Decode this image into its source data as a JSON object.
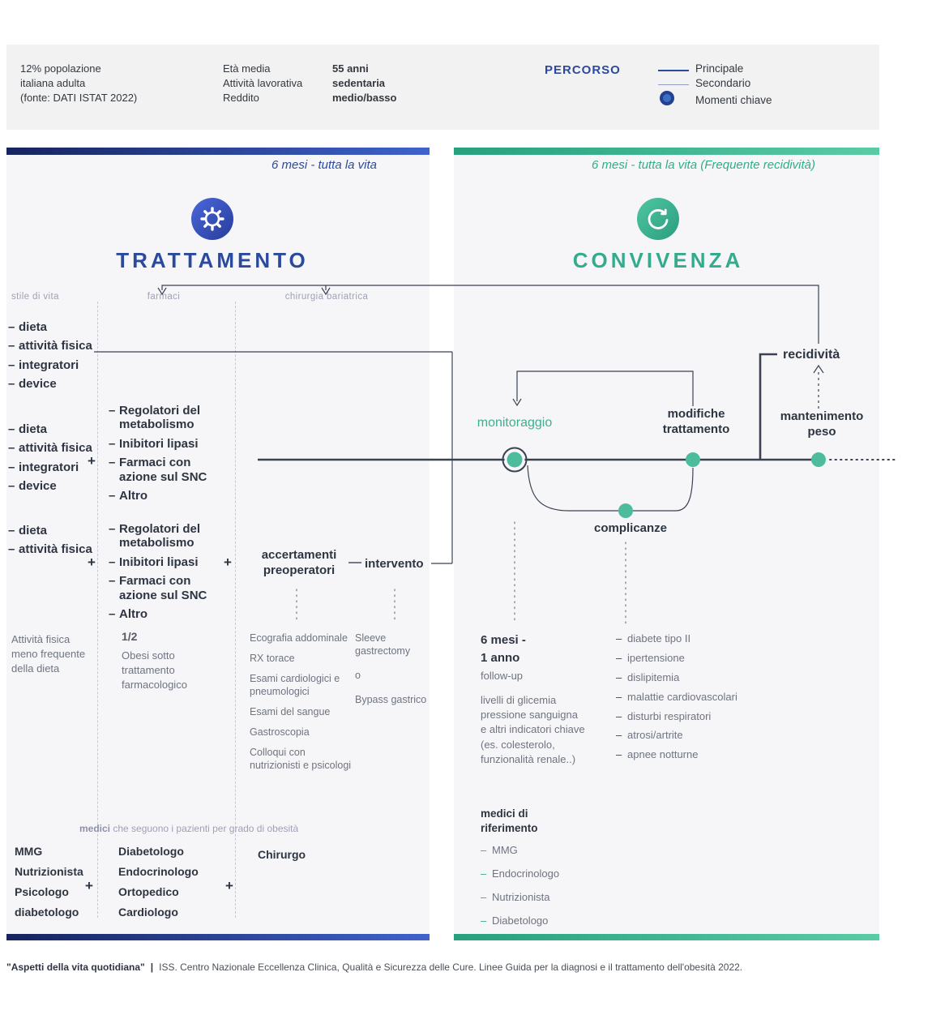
{
  "colors": {
    "blue": "#2b4a9e",
    "teal": "#35ab8d",
    "dark": "#2e3542",
    "gray": "#6e7480",
    "lavender": "#9fa0b6",
    "panel": "#f6f6f8",
    "headerbg": "#f2f2f3",
    "node": "#4cbc9d"
  },
  "header": {
    "population_lines": [
      "12% popolazione",
      "italiana adulta",
      "(fonte: DATI ISTAT 2022)"
    ],
    "stat_labels": [
      "Età media",
      "Attività lavorativa",
      "Reddito"
    ],
    "stat_values": [
      "55 anni",
      "sedentaria",
      "medio/basso"
    ],
    "legend": {
      "title": "PERCORSO",
      "principale": "Principale",
      "secondario": "Secondario",
      "momenti": "Momenti chiave"
    }
  },
  "treatment": {
    "duration": "6 mesi - tutta la vita",
    "title": "TRATTAMENTO",
    "columns": [
      "stile di vita",
      "farmaci",
      "chirurgia bariatrica"
    ],
    "group1": [
      "dieta",
      "attività fisica",
      "integratori",
      "device"
    ],
    "group2_style": [
      "dieta",
      "attività fisica",
      "integratori",
      "device"
    ],
    "group2_drugs": [
      "Regolatori del metabolismo",
      "Inibitori lipasi",
      "Farmaci con azione sul SNC",
      "Altro"
    ],
    "group3_style": [
      "dieta",
      "attività fisica"
    ],
    "group3_drugs": [
      "Regolatori del metabolismo",
      "Inibitori lipasi",
      "Farmaci con azione sul SNC",
      "Altro"
    ],
    "preoperative": "accertamenti preoperatori",
    "intervention": "intervento",
    "note_lifestyle": "Attività fisica meno frequente della dieta",
    "note_drugs_fraction": "1/2",
    "note_drugs": "Obesi sotto trattamento farmacologico",
    "preop_exams": [
      "Ecografia addominale",
      "RX torace",
      "Esami cardiologici e pneumologici",
      "Esami del sangue",
      "Gastroscopia",
      "Colloqui con nutrizionisti e psicologi"
    ],
    "surgery_options": [
      "Sleeve gastrectomy",
      "o",
      "Bypass gastrico"
    ],
    "doctors_caption_bold": "medici",
    "doctors_caption_rest": " che seguono i pazienti per grado di obesità",
    "doctors_col1": [
      "MMG",
      "Nutrizionista",
      "Psicologo",
      "diabetologo"
    ],
    "doctors_col2": [
      "Diabetologo",
      "Endocrinologo",
      "Ortopedico",
      "Cardiologo"
    ],
    "doctors_col3": "Chirurgo"
  },
  "convivenza": {
    "duration": "6 mesi - tutta la vita (Frequente recidività)",
    "title": "CONVIVENZA",
    "nodes": {
      "monitoraggio": "monitoraggio",
      "modifiche": "modifiche trattamento",
      "mantenimento": "mantenimento peso",
      "recidivita": "recidività",
      "complicanze": "complicanze"
    },
    "followup_line1": "6 mesi -",
    "followup_line2": "1 anno",
    "followup_label": "follow-up",
    "indicators": "livelli di glicemia pressione sanguigna e altri indicatori chiave (es. colesterolo, funzionalità renale..)",
    "medici_title": "medici di riferimento",
    "medici": [
      "MMG",
      "Endocrinologo",
      "Nutrizionista",
      "Diabetologo"
    ],
    "comorbidities": [
      "diabete tipo II",
      "ipertensione",
      "dislipitemia",
      "malattie cardiovascolari",
      "disturbi respiratori",
      "atrosi/artrite",
      "apnee notturne"
    ]
  },
  "footer": {
    "quote": "\"Aspetti della vita quotidiana\"",
    "separator": "|",
    "source": "ISS. Centro Nazionale Eccellenza Clinica, Qualità e Sicurezza delle Cure. Linee Guida per la diagnosi e il trattamento dell'obesità 2022."
  },
  "misc": {
    "plus": "+"
  }
}
